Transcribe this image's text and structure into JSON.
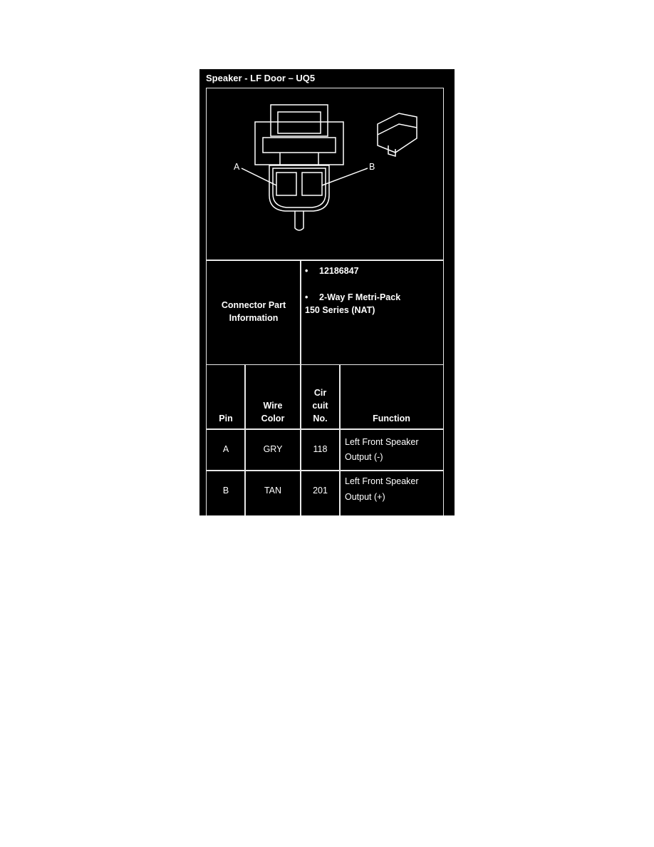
{
  "title": "Speaker - LF Door – UQ5",
  "diagram": {
    "pin_labels": [
      "A",
      "B"
    ]
  },
  "connector_info": {
    "label": "Connector Part Information",
    "part_number": "12186847",
    "description_line1": "2-Way F Metri-Pack",
    "description_line2": "150 Series (NAT)",
    "bullet": "•"
  },
  "table": {
    "headers": {
      "pin": "Pin",
      "wire_color_1": "Wire",
      "wire_color_2": "Color",
      "circuit_1": "Cir",
      "circuit_2": "cuit",
      "circuit_3": "No.",
      "function": "Function"
    },
    "rows": [
      {
        "pin": "A",
        "wire_color": "GRY",
        "circuit": "118",
        "function_1": "Left Front Speaker",
        "function_2": "Output (-)"
      },
      {
        "pin": "B",
        "wire_color": "TAN",
        "circuit": "201",
        "function_1": "Left Front Speaker",
        "function_2": "Output (+)"
      }
    ]
  }
}
